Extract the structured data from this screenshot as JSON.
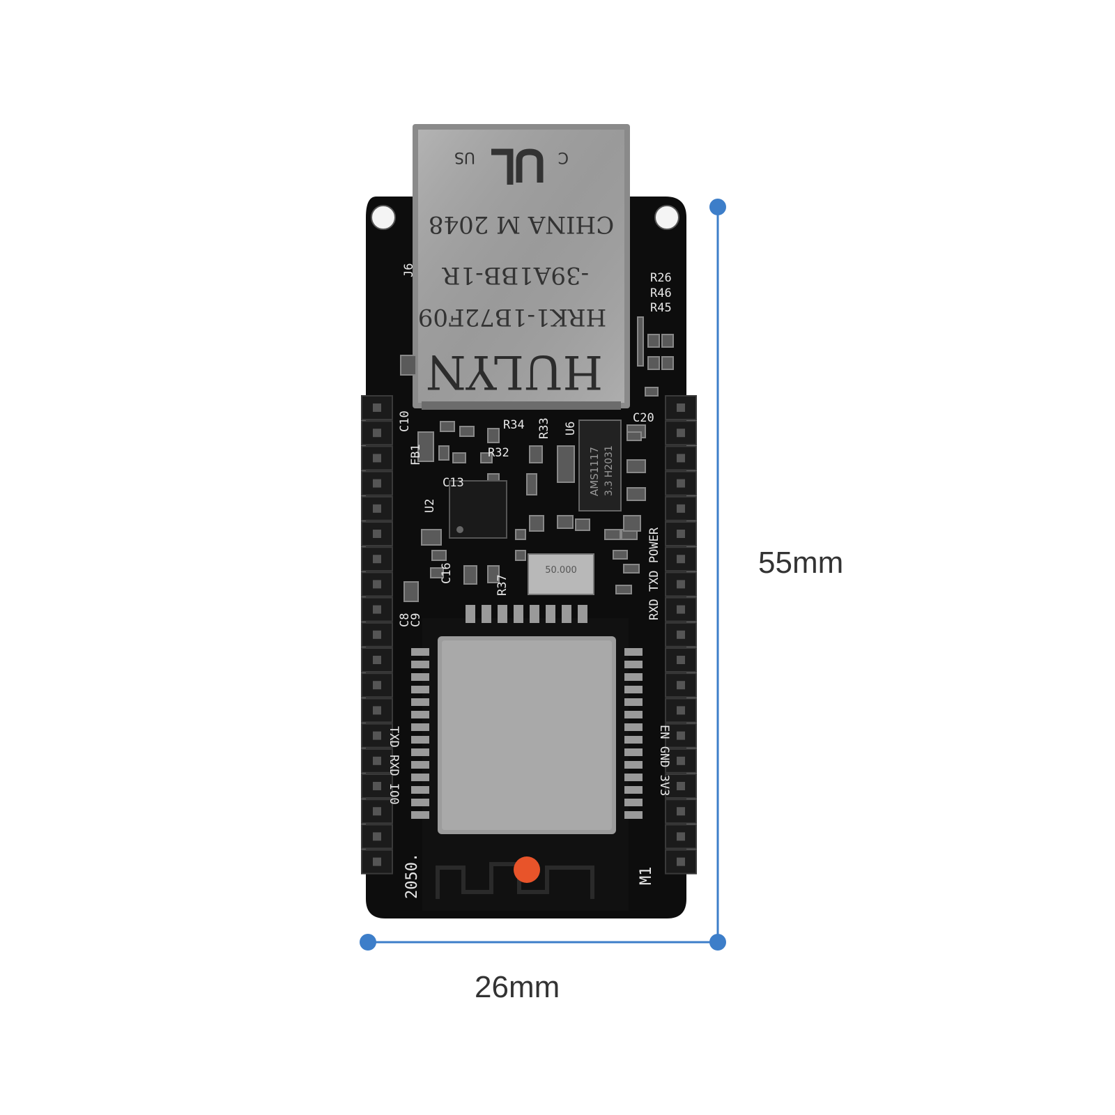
{
  "dimensions": {
    "height_label": "55mm",
    "width_label": "26mm",
    "accent_color": "#3d7ec9"
  },
  "board": {
    "rj45": {
      "cert_c": "C",
      "cert_us": "US",
      "line1": "CHINA  M 2048",
      "line2": "-39A1BB-1R",
      "line3": "HRK1-1B72F09",
      "brand": "HULYN"
    },
    "silkscreen": {
      "j6": "J6",
      "r26": "R26",
      "r46": "R46",
      "r45": "R45",
      "c10": "C10",
      "fb1": "FB1",
      "r34": "R34",
      "r33": "R33",
      "r32": "R32",
      "c13": "C13",
      "u2": "U2",
      "u6": "U6",
      "c20": "C20",
      "c16": "C16",
      "c8": "C8",
      "c9": "C9",
      "r37": "R37",
      "regulator_top": "AMS1117",
      "regulator_bottom": "3.3  H2031",
      "crystal": "50.000",
      "leds_label": "RXD TXD POWER",
      "pins_right": "EN GND 3V3",
      "pins_left": "TXD RXD IO0",
      "year": "2050.",
      "m1": "M1"
    }
  }
}
